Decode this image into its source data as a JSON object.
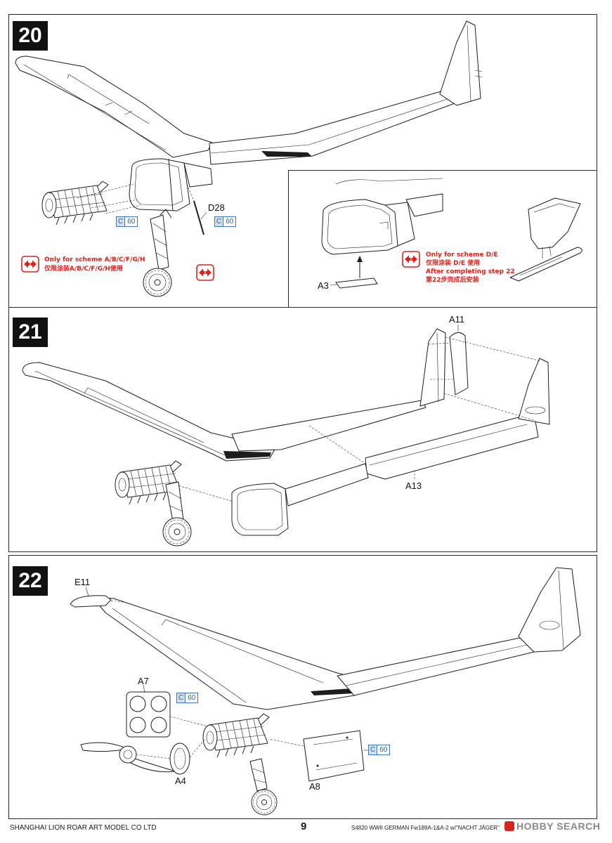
{
  "page": {
    "publisher": "SHANGHAI LION ROAR ART MODEL CO LTD",
    "number": "9",
    "product_line": "S4820 WWII GERMAN Fw189A-1&A-2 w/\"NACHT JÄGER\"",
    "watermark": "HOBBY SEARCH"
  },
  "step20": {
    "number": "20",
    "part_d28": "D28",
    "ref_c60_a": {
      "letter": "C",
      "number": "60"
    },
    "ref_c60_b": {
      "letter": "C",
      "number": "60"
    },
    "note_en": "Only for scheme A/B/C/F/G/H",
    "note_zh": "仅限涂装A/B/C/F/G/H使用",
    "inset": {
      "note_en": "Only for scheme D/E",
      "note_zh": "仅限涂装 D/E 使用",
      "after_en": "After completing step 22",
      "after_zh": "第22步完成后安装",
      "part_a3": "A3"
    }
  },
  "step21": {
    "number": "21",
    "part_a11": "A11",
    "part_a13": "A13"
  },
  "step22": {
    "number": "22",
    "part_e11": "E11",
    "part_a7": "A7",
    "ref_c60_a": {
      "letter": "C",
      "number": "60"
    },
    "part_a4": "A4",
    "ref_c60_b": {
      "letter": "C",
      "number": "60"
    },
    "part_a8": "A8"
  },
  "colors": {
    "accent_red": "#d9241c",
    "ref_blue": "#3c78b8",
    "ink": "#1a1a1a"
  },
  "icons": {
    "scheme_switch": "double-arrow-icon",
    "logo": "hobby-search-logo-icon"
  }
}
